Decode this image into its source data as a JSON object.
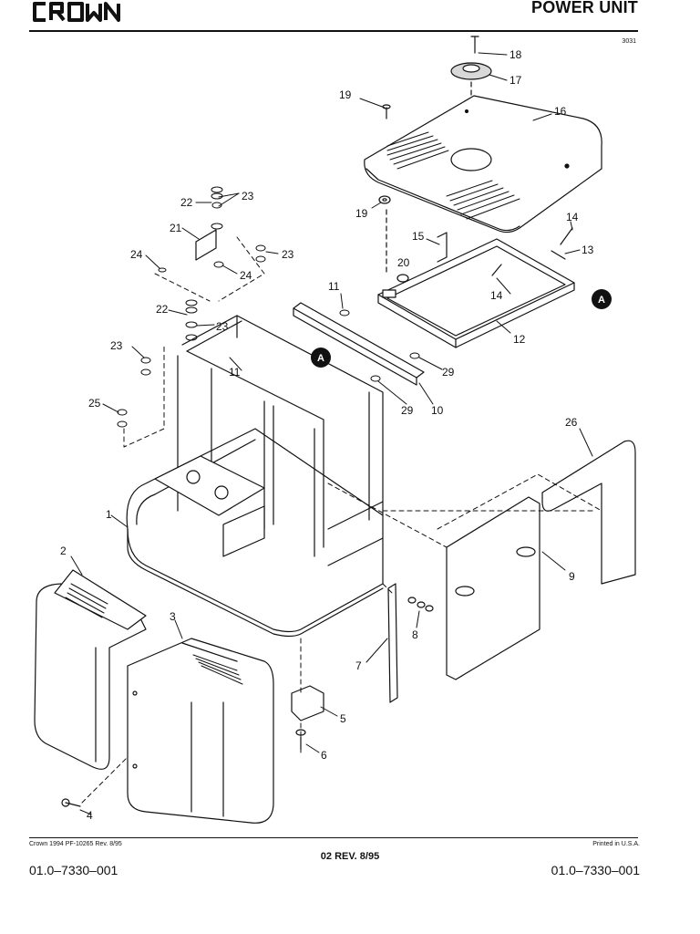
{
  "header": {
    "logo_text": "CROWN",
    "title": "POWER UNIT",
    "figure_number": "3031"
  },
  "callouts": [
    "1",
    "2",
    "3",
    "4",
    "5",
    "6",
    "7",
    "8",
    "9",
    "10",
    "11",
    "11",
    "12",
    "13",
    "14",
    "14",
    "15",
    "16",
    "17",
    "18",
    "19",
    "19",
    "20",
    "21",
    "22",
    "22",
    "23",
    "23",
    "23",
    "23",
    "24",
    "24",
    "25",
    "26",
    "29",
    "29"
  ],
  "markers": [
    "A",
    "A"
  ],
  "footer": {
    "left_small": "Crown 1994 PF-10265 Rev. 8/95",
    "right_small": "Printed in U.S.A.",
    "center": "02 REV. 8/95",
    "left_code": "01.0–7330–001",
    "right_code": "01.0–7330–001"
  }
}
